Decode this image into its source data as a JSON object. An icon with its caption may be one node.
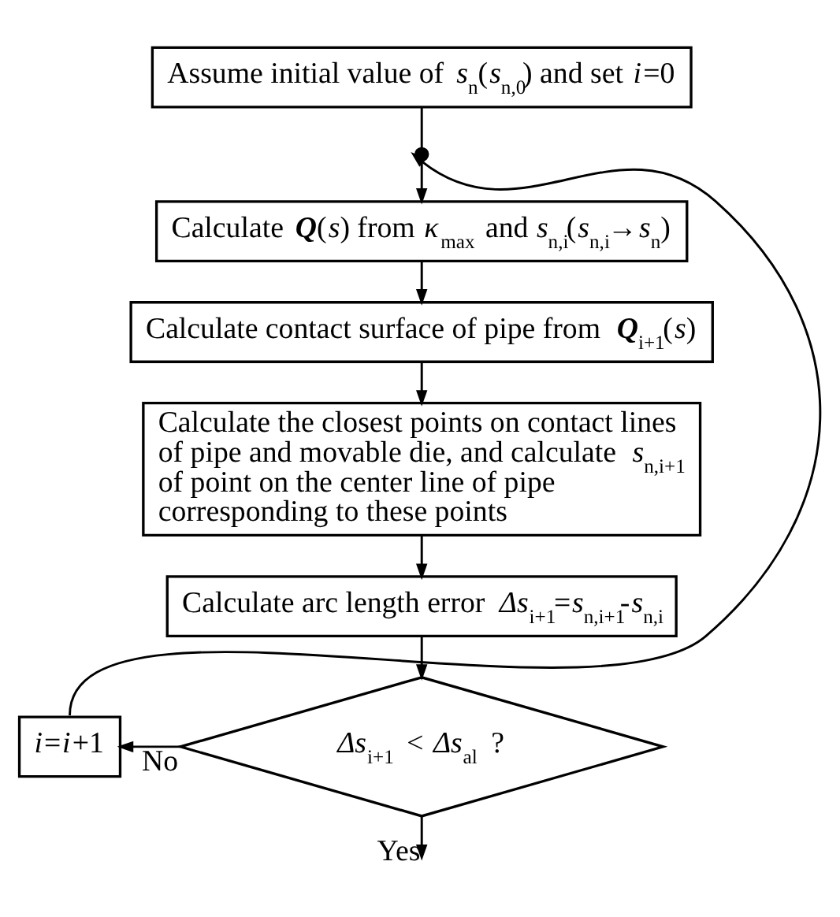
{
  "diagram": {
    "nodes": [
      {
        "text": [
          "Assume initial value of *s*$_{n}$(*s*$_{n,0}$) and set *i*=0"
        ]
      },
      {
        "text": [],
        "shape": "circle"
      },
      {
        "text": [
          "Calculate **Q**(*s*) from *κ*$_{max}$ and *s*$_{n,i}$(*s*$_{n,i}$→*s*$_{n}$)"
        ]
      },
      {
        "text": [
          "Calculate contact surface of pipe from **Q**$_{i+1}$(*s*)"
        ]
      },
      {
        "text": [
          "Calculate the closest points on contact lines of pipe and movable die, and calculate *s*$_{n,i+1}$ of point on the center line of pipe corresponding to these points"
        ]
      },
      {
        "text": [
          "Calculate arc length error *Δs*$_{i+1}$=*s*$_{n,i+1}$-*s*$_{n,i}$"
        ]
      },
      {
        "text": [
          "*Δs*$_{i+1}$ < *Δs*$_{al}$ ?"
        ]
      },
      {
        "text": [
          "*i*=*i*+1"
        ]
      }
    ],
    "edges": [
      {
        "from": 0,
        "to": 1,
        "arrow": "none"
      },
      {
        "from": 1,
        "to": 2,
        "arrow": "to"
      },
      {
        "from": 2,
        "to": 3,
        "arrow": "to"
      },
      {
        "from": 3,
        "to": 4,
        "arrow": "to"
      },
      {
        "from": 4,
        "to": 5,
        "arrow": "to"
      },
      {
        "from": 5,
        "to": 6,
        "arrow": "to"
      },
      {
        "from": 6,
        "to": 7,
        "arrow": "to",
        "label": "No"
      },
      {
        "from": 7,
        "to": 1,
        "arrow": "to"
      },
      {
        "from": 6,
        "to": null,
        "arrow": "to",
        "label": "Yes"
      }
    ]
  }
}
